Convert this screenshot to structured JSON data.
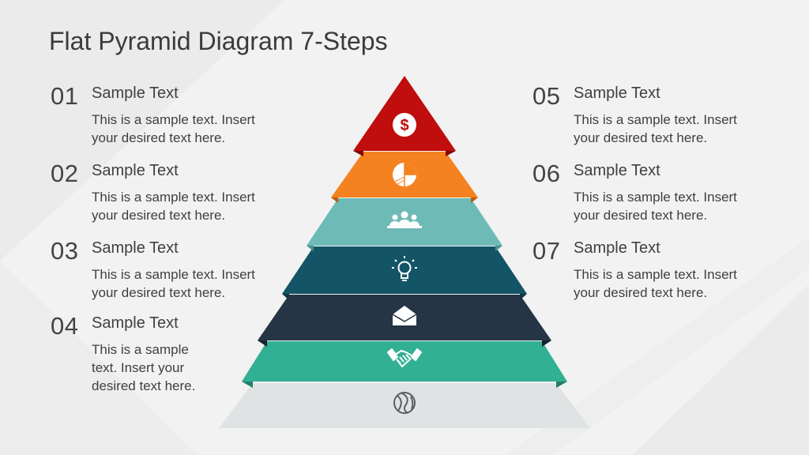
{
  "title": "Flat Pyramid Diagram 7-Steps",
  "colors": {
    "background": "#f2f2f2",
    "level1": "#c00d0d",
    "level2": "#f58220",
    "level3": "#6dbab6",
    "level4": "#135566",
    "level5": "#263545",
    "level6": "#32b093",
    "level7": "#dfe3e4"
  },
  "steps": [
    {
      "number": "01",
      "heading": "Sample Text",
      "body_lines": [
        "This is a sample text. Insert",
        "your desired text here."
      ]
    },
    {
      "number": "02",
      "heading": "Sample Text",
      "body_lines": [
        "This is a sample text. Insert",
        "your desired text here."
      ]
    },
    {
      "number": "03",
      "heading": "Sample Text",
      "body_lines": [
        "This is a sample text. Insert",
        "your desired text here."
      ]
    },
    {
      "number": "04",
      "heading": "Sample Text",
      "body_lines": [
        "This is a sample",
        "text. Insert your",
        "desired text here."
      ]
    },
    {
      "number": "05",
      "heading": "Sample Text",
      "body_lines": [
        "This is a sample text. Insert",
        "your desired text here."
      ]
    },
    {
      "number": "06",
      "heading": "Sample Text",
      "body_lines": [
        "This is a sample text. Insert",
        "your desired text here."
      ]
    },
    {
      "number": "07",
      "heading": "Sample Text",
      "body_lines": [
        "This is a sample text. Insert",
        "your desired text here."
      ]
    }
  ],
  "pyramid_levels": [
    {
      "icon": "dollar-icon"
    },
    {
      "icon": "pie-chart-icon"
    },
    {
      "icon": "team-icon"
    },
    {
      "icon": "lightbulb-icon"
    },
    {
      "icon": "envelope-icon"
    },
    {
      "icon": "handshake-icon"
    },
    {
      "icon": "globe-icon"
    }
  ]
}
